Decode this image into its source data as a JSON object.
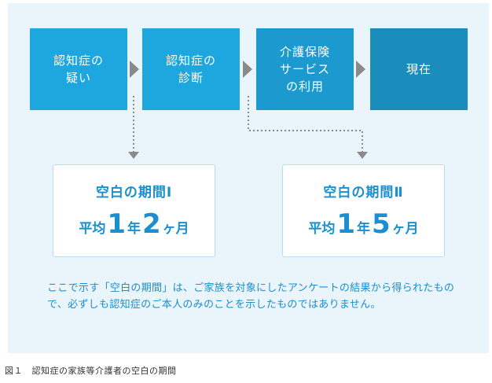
{
  "colors": {
    "panel_bg": "#e9f4fb",
    "step_light": "#1ea7df",
    "step_dark": "#1a8dbd",
    "arrow": "#8a8a8a",
    "card_text": "#1b8fcf"
  },
  "steps": [
    {
      "label": "認知症の\n疑い"
    },
    {
      "label": "認知症の\n診断"
    },
    {
      "label": "介護保険\nサービス\nの利用"
    },
    {
      "label": "現在"
    }
  ],
  "cards": [
    {
      "title": "空白の期間Ⅰ",
      "prefix": "平均",
      "years": "1",
      "year_unit": "年",
      "months": "2",
      "month_unit": "ヶ月"
    },
    {
      "title": "空白の期間Ⅱ",
      "prefix": "平均",
      "years": "1",
      "year_unit": "年",
      "months": "5",
      "month_unit": "ヶ月"
    }
  ],
  "note": "ここで示す「空白の期間」は、ご家族を対象にしたアンケートの結果から得られたもので、必ずしも認知症のご本人のみのことを示したものではありません。",
  "caption": "図１　認知症の家族等介護者の空白の期間"
}
